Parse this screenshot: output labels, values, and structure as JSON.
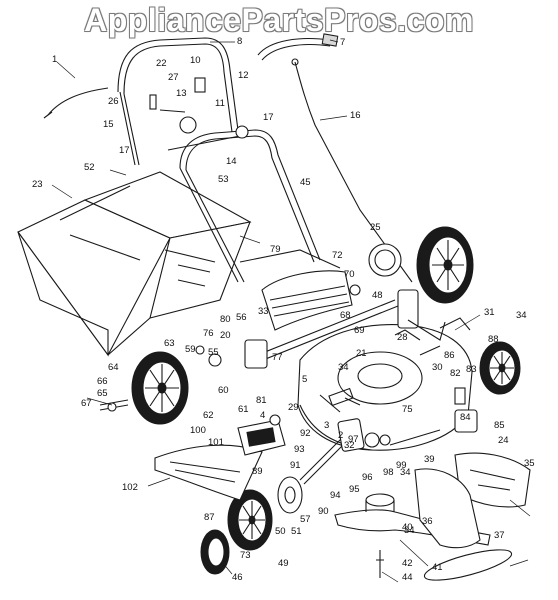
{
  "watermark": "AppliancePartsPros.com",
  "callouts": [
    {
      "id": "c1",
      "label": "1"
    },
    {
      "id": "c2",
      "label": "2"
    },
    {
      "id": "c3",
      "label": "3"
    },
    {
      "id": "c4",
      "label": "4"
    },
    {
      "id": "c5",
      "label": "5"
    },
    {
      "id": "c7",
      "label": "7"
    },
    {
      "id": "c8",
      "label": "8"
    },
    {
      "id": "c10",
      "label": "10"
    },
    {
      "id": "c11",
      "label": "11"
    },
    {
      "id": "c12",
      "label": "12"
    },
    {
      "id": "c13",
      "label": "13"
    },
    {
      "id": "c14",
      "label": "14"
    },
    {
      "id": "c15",
      "label": "15"
    },
    {
      "id": "c16",
      "label": "16"
    },
    {
      "id": "c17a",
      "label": "17"
    },
    {
      "id": "c17b",
      "label": "17"
    },
    {
      "id": "c20",
      "label": "20"
    },
    {
      "id": "c21",
      "label": "21"
    },
    {
      "id": "c22",
      "label": "22"
    },
    {
      "id": "c23",
      "label": "23"
    },
    {
      "id": "c24",
      "label": "24"
    },
    {
      "id": "c25",
      "label": "25"
    },
    {
      "id": "c26",
      "label": "26"
    },
    {
      "id": "c27",
      "label": "27"
    },
    {
      "id": "c28",
      "label": "28"
    },
    {
      "id": "c29",
      "label": "29"
    },
    {
      "id": "c30",
      "label": "30"
    },
    {
      "id": "c31",
      "label": "31"
    },
    {
      "id": "c32",
      "label": "32"
    },
    {
      "id": "c33",
      "label": "33"
    },
    {
      "id": "c34a",
      "label": "34"
    },
    {
      "id": "c34b",
      "label": "34"
    },
    {
      "id": "c34c",
      "label": "34"
    },
    {
      "id": "c34d",
      "label": "34"
    },
    {
      "id": "c35",
      "label": "35"
    },
    {
      "id": "c36",
      "label": "36"
    },
    {
      "id": "c37",
      "label": "37"
    },
    {
      "id": "c39",
      "label": "39"
    },
    {
      "id": "c40",
      "label": "40"
    },
    {
      "id": "c41",
      "label": "41"
    },
    {
      "id": "c42",
      "label": "42"
    },
    {
      "id": "c44",
      "label": "44"
    },
    {
      "id": "c45",
      "label": "45"
    },
    {
      "id": "c46",
      "label": "46"
    },
    {
      "id": "c48",
      "label": "48"
    },
    {
      "id": "c49",
      "label": "49"
    },
    {
      "id": "c50",
      "label": "50"
    },
    {
      "id": "c51",
      "label": "51"
    },
    {
      "id": "c52",
      "label": "52"
    },
    {
      "id": "c53",
      "label": "53"
    },
    {
      "id": "c55",
      "label": "55"
    },
    {
      "id": "c56",
      "label": "56"
    },
    {
      "id": "c57",
      "label": "57"
    },
    {
      "id": "c59",
      "label": "59"
    },
    {
      "id": "c60",
      "label": "60"
    },
    {
      "id": "c61",
      "label": "61"
    },
    {
      "id": "c62",
      "label": "62"
    },
    {
      "id": "c63",
      "label": "63"
    },
    {
      "id": "c64",
      "label": "64"
    },
    {
      "id": "c65",
      "label": "65"
    },
    {
      "id": "c66",
      "label": "66"
    },
    {
      "id": "c67",
      "label": "67"
    },
    {
      "id": "c68",
      "label": "68"
    },
    {
      "id": "c69",
      "label": "69"
    },
    {
      "id": "c70",
      "label": "70"
    },
    {
      "id": "c72",
      "label": "72"
    },
    {
      "id": "c73",
      "label": "73"
    },
    {
      "id": "c75",
      "label": "75"
    },
    {
      "id": "c76",
      "label": "76"
    },
    {
      "id": "c77",
      "label": "77"
    },
    {
      "id": "c79",
      "label": "79"
    },
    {
      "id": "c80",
      "label": "80"
    },
    {
      "id": "c81",
      "label": "81"
    },
    {
      "id": "c82",
      "label": "82"
    },
    {
      "id": "c83",
      "label": "83"
    },
    {
      "id": "c84",
      "label": "84"
    },
    {
      "id": "c85",
      "label": "85"
    },
    {
      "id": "c86",
      "label": "86"
    },
    {
      "id": "c87",
      "label": "87"
    },
    {
      "id": "c88",
      "label": "88"
    },
    {
      "id": "c89",
      "label": "89"
    },
    {
      "id": "c90",
      "label": "90"
    },
    {
      "id": "c91",
      "label": "91"
    },
    {
      "id": "c92",
      "label": "92"
    },
    {
      "id": "c93",
      "label": "93"
    },
    {
      "id": "c94",
      "label": "94"
    },
    {
      "id": "c95",
      "label": "95"
    },
    {
      "id": "c96",
      "label": "96"
    },
    {
      "id": "c97",
      "label": "97"
    },
    {
      "id": "c98",
      "label": "98"
    },
    {
      "id": "c99",
      "label": "99"
    },
    {
      "id": "c100",
      "label": "100"
    },
    {
      "id": "c101",
      "label": "101"
    },
    {
      "id": "c102",
      "label": "102"
    }
  ]
}
